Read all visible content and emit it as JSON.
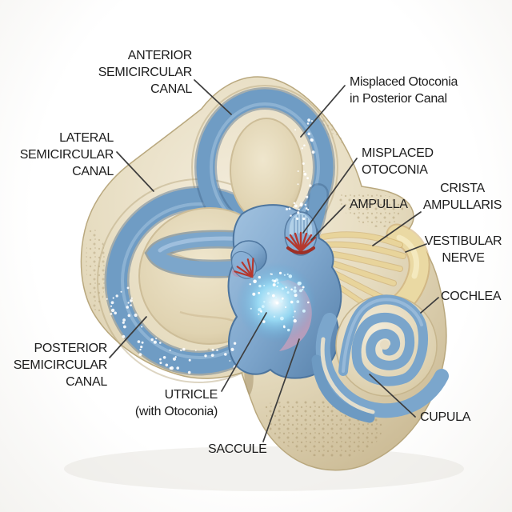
{
  "figure": {
    "subject": "Inner ear vestibular labyrinth cross-section with misplaced otoconia (BPPV)",
    "labels": {
      "anterior_semicircular_canal": "ANTERIOR\nSEMICIRCULAR\nCANAL",
      "misplaced_otoconia_posterior": "Misplaced Otoconia\nin Posterior Canal",
      "lateral_semicircular_canal": "LATERAL\nSEMICIRCULAR\nCANAL",
      "misplaced_otoconia": "MISPLACED\nOTOCONIA",
      "ampulla": "AMPULLA",
      "crista_ampullaris": "CRISTA\nAMPULLARIS",
      "vestibular_nerve": "VESTIBULAR\nNERVE",
      "cochlea": "COCHLEA",
      "posterior_semicircular_canal": "POSTERIOR\nSEMICIRCULAR\nCANAL",
      "utricle": "UTRICLE\n(with Otoconia)",
      "saccule": "SACCULE",
      "cupula": "CUPULA"
    },
    "colors": {
      "background": "#ffffff",
      "bone_light": "#f0e8d6",
      "bone_mid": "#e3d8bb",
      "bone_shadow": "#c5b38c",
      "canal_blue": "#6f9cc4",
      "canal_blue_dark": "#48678c",
      "canal_blue_light": "#abc9e3",
      "vestibule_blue": "#7fa7cd",
      "nerve_yellow": "#e9d79e",
      "nerve_shadow": "#c9a25c",
      "crista_red": "#b5382e",
      "saccule_mauve": "#c79fbc",
      "otoconia_white": "#ffffff",
      "otoconia_glow": "#9fe8ff",
      "label_text": "#1d1d1d",
      "leader_line": "#3d3d3d"
    }
  }
}
